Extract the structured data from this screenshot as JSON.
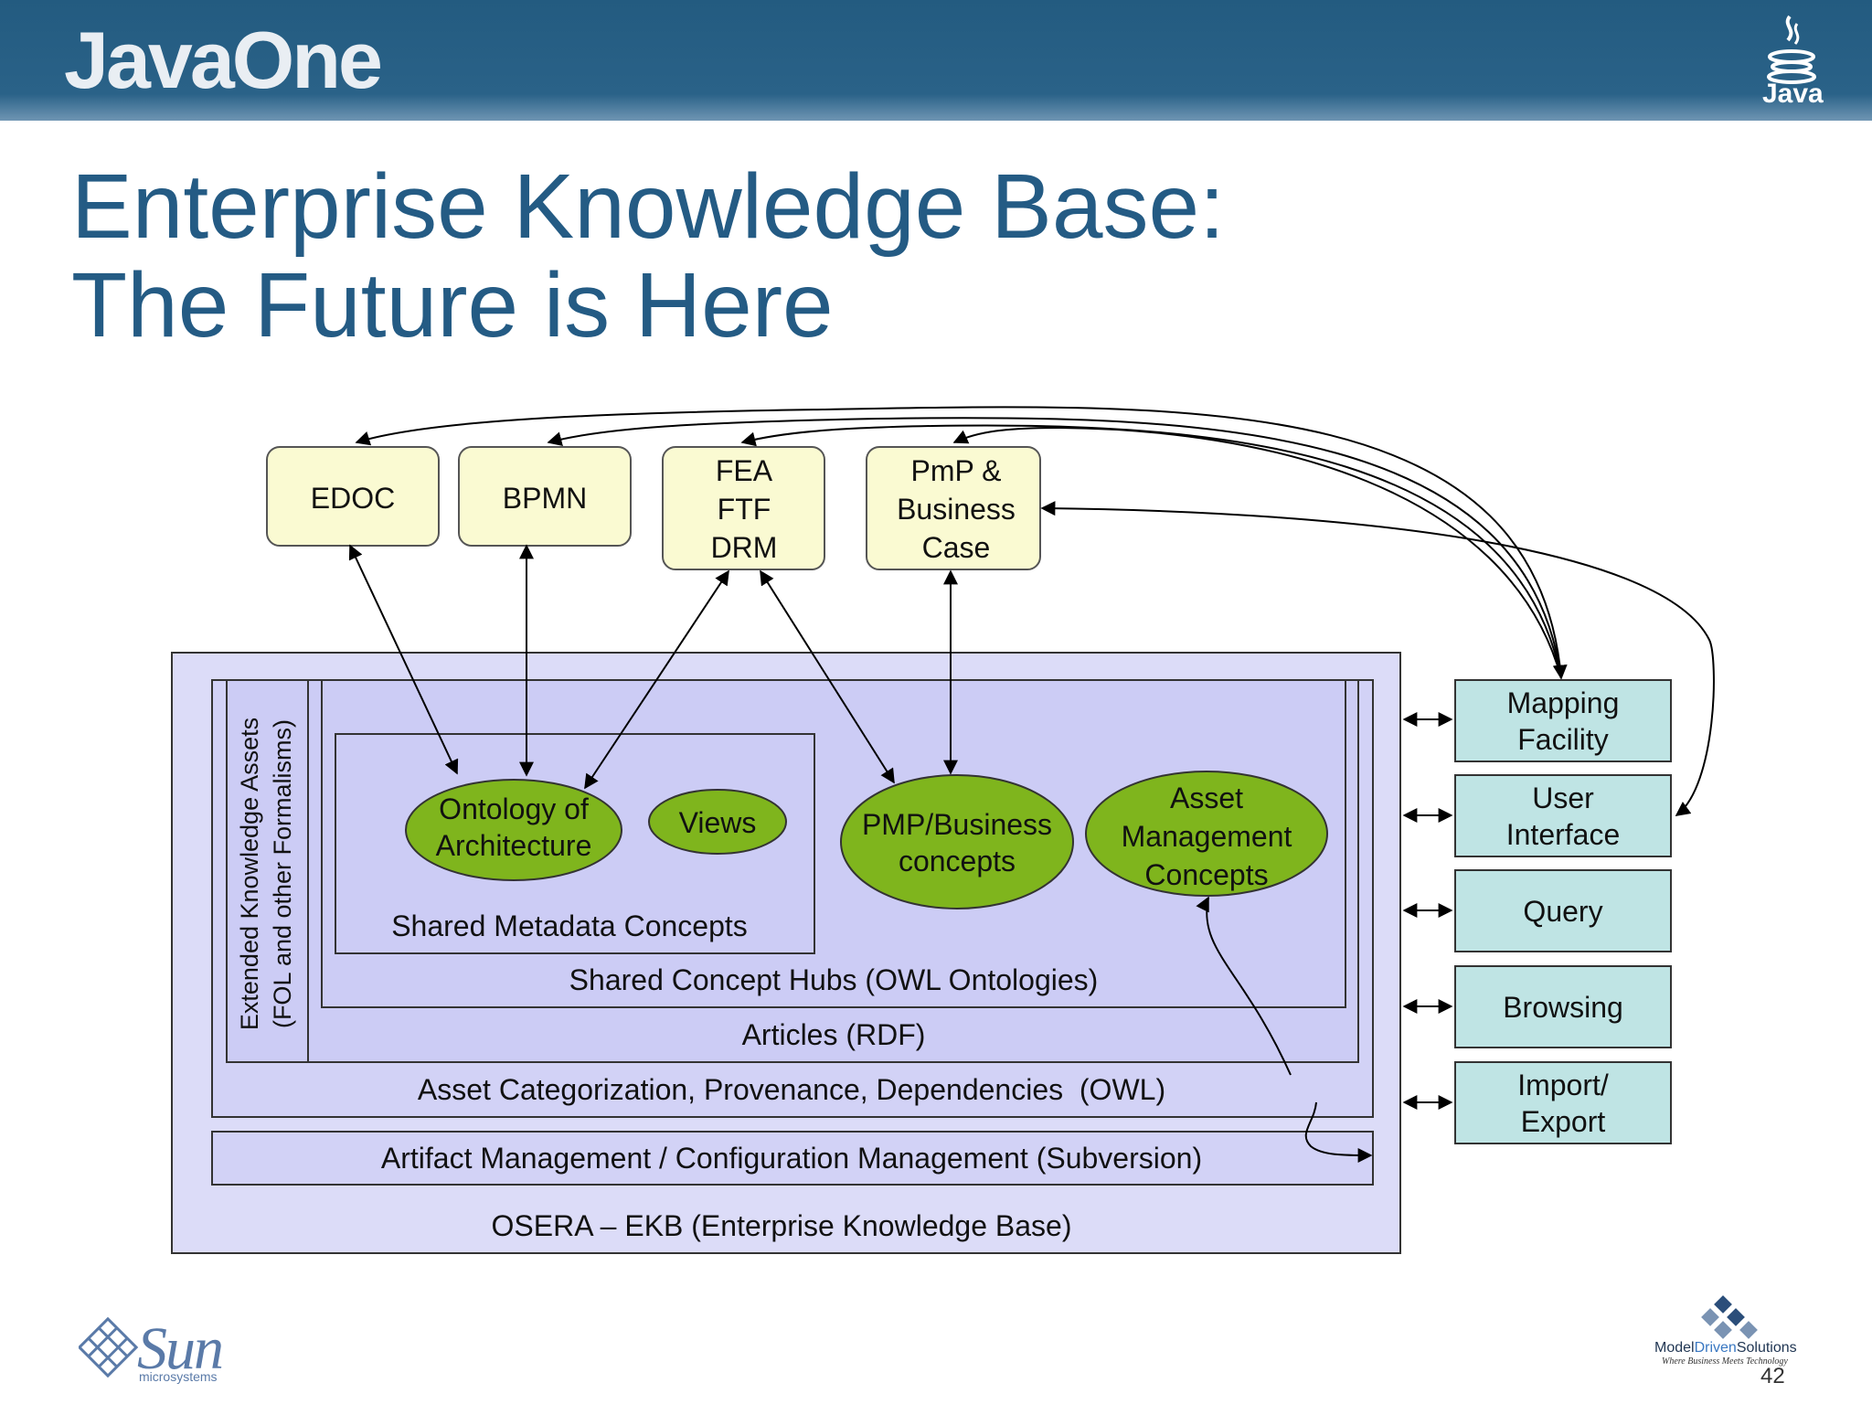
{
  "header": {
    "brand_title": "JavaOne",
    "java_label": "Java"
  },
  "slide": {
    "title_line1": "Enterprise Knowledge Base:",
    "title_line2": "The Future is Here",
    "page_number": "42"
  },
  "diagram": {
    "top_nodes": [
      {
        "id": "edoc",
        "lines": [
          "EDOC"
        ]
      },
      {
        "id": "bpmn",
        "lines": [
          "BPMN"
        ]
      },
      {
        "id": "fea",
        "lines": [
          "FEA",
          "FTF",
          "DRM"
        ]
      },
      {
        "id": "pmp",
        "lines": [
          "PmP &",
          "Business",
          "Case"
        ]
      }
    ],
    "ellipses": [
      {
        "id": "ontology",
        "lines": [
          "Ontology of",
          "Architecture"
        ]
      },
      {
        "id": "views",
        "lines": [
          "Views"
        ]
      },
      {
        "id": "pmp-business",
        "lines": [
          "PMP/Business",
          "concepts"
        ]
      },
      {
        "id": "asset-mgmt",
        "lines": [
          "Asset",
          "Management",
          "Concepts"
        ]
      }
    ],
    "layers": {
      "shared_metadata": "Shared Metadata Concepts",
      "shared_concept_hubs": "Shared Concept Hubs (OWL Ontologies)",
      "articles": "Articles (RDF)",
      "asset_categorization": "Asset Categorization, Provenance, Dependencies  (OWL)",
      "artifact_management": "Artifact Management / Configuration Management (Subversion)",
      "osera": "OSERA – EKB (Enterprise Knowledge Base)",
      "extended_line1": "Extended Knowledge Assets",
      "extended_line2": "(FOL and other Formalisms)"
    },
    "side_boxes": [
      {
        "id": "mapping",
        "lines": [
          "Mapping",
          "Facility"
        ]
      },
      {
        "id": "ui",
        "lines": [
          "User",
          "Interface"
        ]
      },
      {
        "id": "query",
        "lines": [
          "Query"
        ]
      },
      {
        "id": "browsing",
        "lines": [
          "Browsing"
        ]
      },
      {
        "id": "import-export",
        "lines": [
          "Import/",
          "Export"
        ]
      }
    ]
  },
  "footer": {
    "sun_brand": "Sun",
    "sun_sub": "microsystems",
    "mds_model": "Model",
    "mds_driven": "Driven",
    "mds_solutions": "Solutions",
    "mds_tagline": "Where Business Meets Technology"
  },
  "colors": {
    "banner": "#235b80",
    "title": "#245b84",
    "ekb_fill": "#dcdcf8",
    "inner_fill": "#ccccf5",
    "top_node_fill": "#fafad2",
    "ellipse_fill": "#7fb51d",
    "side_box_fill": "#bfe4e4"
  }
}
